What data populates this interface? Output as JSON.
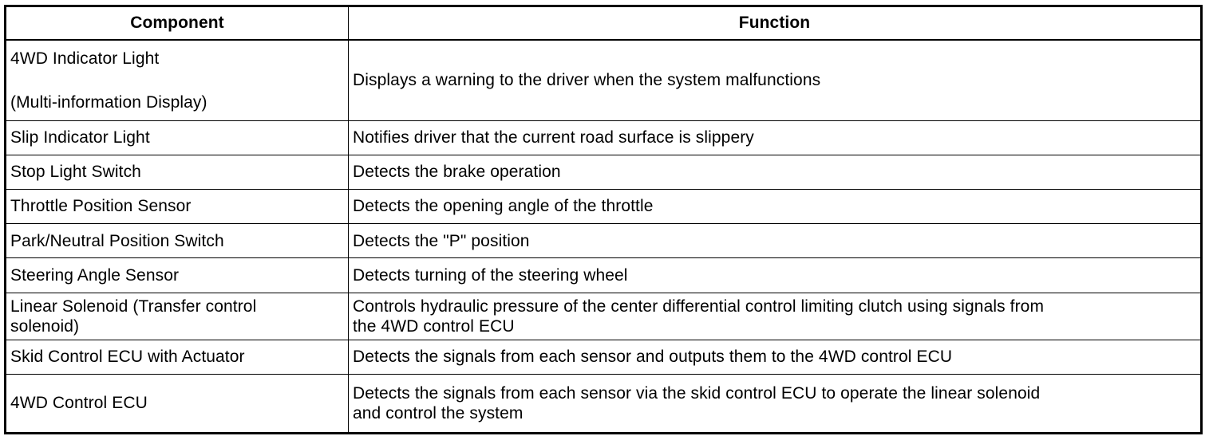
{
  "table": {
    "headers": {
      "component": "Component",
      "function": "Function"
    },
    "rows": [
      {
        "component_line1": "4WD Indicator Light",
        "component_line2": "(Multi-information Display)",
        "function": "Displays a warning to the driver when the system malfunctions"
      },
      {
        "component": "Slip Indicator Light",
        "function": "Notifies driver that the current road surface is slippery"
      },
      {
        "component": "Stop Light Switch",
        "function": "Detects the brake operation"
      },
      {
        "component": "Throttle Position Sensor",
        "function": "Detects the opening angle of the throttle"
      },
      {
        "component": "Park/Neutral Position Switch",
        "function": "Detects the \"P\" position"
      },
      {
        "component": "Steering Angle Sensor",
        "function": "Detects turning of the steering wheel"
      },
      {
        "component_line1": "Linear Solenoid (Transfer control",
        "component_line2": "solenoid)",
        "function_line1": "Controls hydraulic pressure of the center differential control limiting clutch using signals from",
        "function_line2": "the 4WD control ECU"
      },
      {
        "component": "Skid Control ECU with Actuator",
        "function": "Detects the signals from each sensor and outputs them to the 4WD control ECU"
      },
      {
        "component": "4WD Control ECU",
        "function_line1": "Detects the signals from each sensor via the skid control ECU to operate the linear solenoid",
        "function_line2": "and control the system"
      }
    ]
  }
}
